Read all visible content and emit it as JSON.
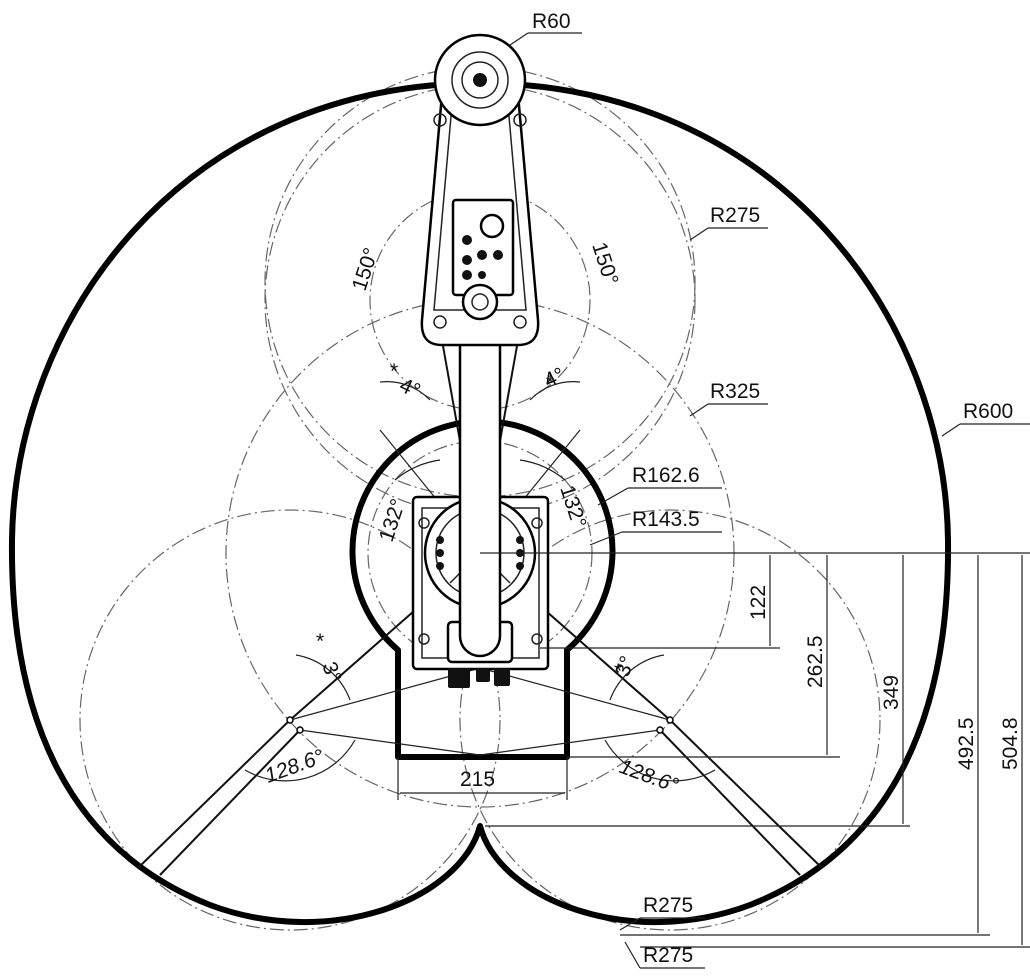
{
  "diagram": {
    "radius_labels": {
      "r60": "R60",
      "r275_top": "R275",
      "r325": "R325",
      "r600": "R600",
      "r162_6": "R162.6",
      "r143_5": "R143.5",
      "r275_bottom_1": "R275",
      "r275_bottom_2": "R275"
    },
    "angle_labels": {
      "a150_left": "150°",
      "a150_right": "150°",
      "a4_left": "4°",
      "a4_right": "4°",
      "a132_left": "132°",
      "a132_right": "132°",
      "a3_left": "3°",
      "a3_right": "3°",
      "a128_left": "128.6°",
      "a128_right": "128.6°",
      "star": "*"
    },
    "linear_dims": {
      "d215": "215",
      "d122": "122",
      "d262_5": "262.5",
      "d349": "349",
      "d492_5": "492.5",
      "d504_8": "504.8"
    }
  }
}
